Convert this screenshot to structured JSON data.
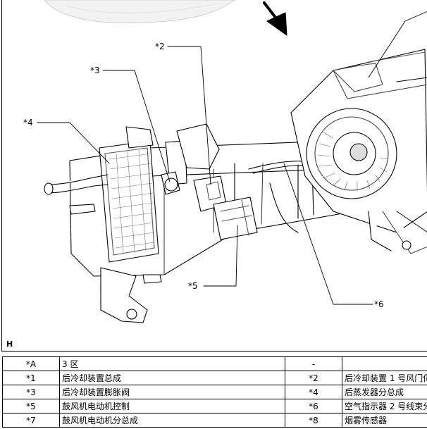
{
  "diagram": {
    "section_letter": "H",
    "callouts": {
      "c2": "*2",
      "c3": "*3",
      "c4": "*4",
      "c5": "*5",
      "c6": "*6"
    }
  },
  "legend": {
    "rows": [
      {
        "m1": "*A",
        "d1": "3 区",
        "m2": "-",
        "d2": ""
      },
      {
        "m1": "*1",
        "d1": "后冷却装置总成",
        "m2": "*2",
        "d2": "后冷却装置 1 号风门伺"
      },
      {
        "m1": "*3",
        "d1": "后冷却装置膨胀阀",
        "m2": "*4",
        "d2": "后蒸发器分总成"
      },
      {
        "m1": "*5",
        "d1": "鼓风机电动机控制",
        "m2": "*6",
        "d2": "空气指示器 2 号线束分"
      },
      {
        "m1": "*7",
        "d1": "鼓风机电动机分总成",
        "m2": "*8",
        "d2": "烟雾传感器"
      }
    ]
  }
}
